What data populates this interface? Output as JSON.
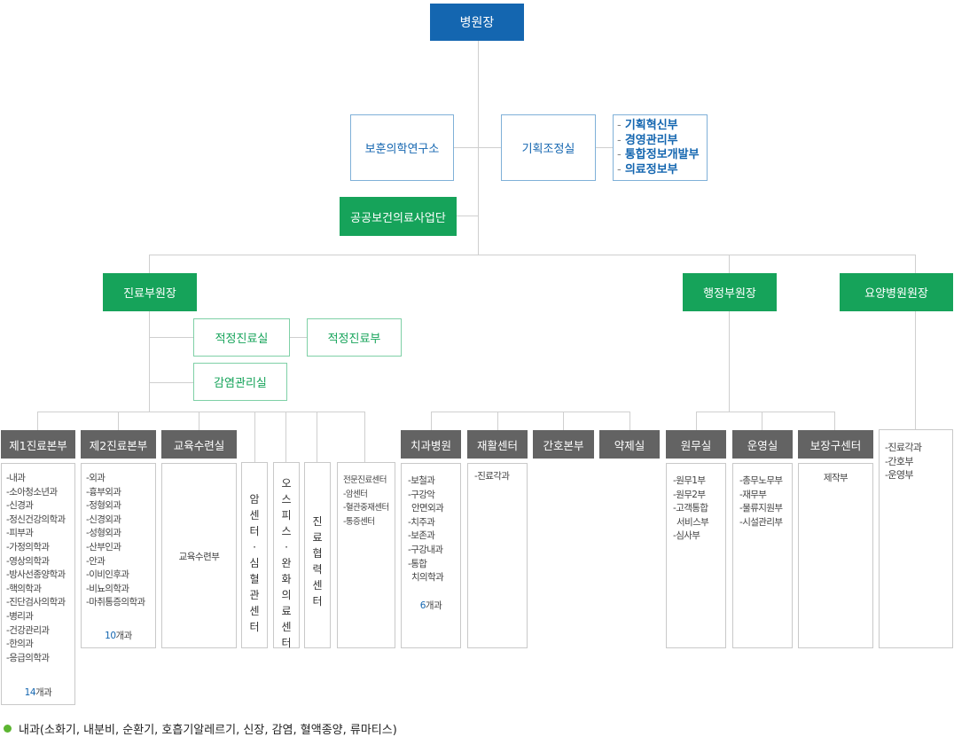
{
  "top": {
    "director": "병원장",
    "research": "보훈의학연구소",
    "planning": "기획조정실",
    "planning_depts": [
      "기획혁신부",
      "경영관리부",
      "통합정보개발부",
      "의료정보부"
    ],
    "public_health": "공공보건의료사업단"
  },
  "deputies": {
    "clinical": "진료부원장",
    "admin": "행정부원장",
    "nursing_home": "요양병원원장"
  },
  "clinical_support": {
    "appropriate_care_office": "적정진료실",
    "appropriate_care_dept": "적정진료부",
    "infection_control": "감염관리실"
  },
  "columns": {
    "dept1": {
      "title": "제1진료본부",
      "items": [
        "-내과",
        "-소아청소년과",
        "-신경과",
        "-정신건강의학과",
        "-피부과",
        "-가정의학과",
        "-영상의학과",
        "-방사선종양학과",
        "-핵의학과",
        "-진단검사의학과",
        "-병리과",
        "-건강관리과",
        "-한의과",
        "-응급의학과"
      ],
      "count_num": "14",
      "count_unit": "개과"
    },
    "dept2": {
      "title": "제2진료본부",
      "items": [
        "-외과",
        "-흉부외과",
        "-정형외과",
        "-신경외과",
        "-성형외과",
        "-산부인과",
        "-안과",
        "-이비인후과",
        "-비뇨의학과",
        "-마취통증의학과"
      ],
      "count_num": "10",
      "count_unit": "개과"
    },
    "education": {
      "title": "교육수련실",
      "content": "교육수련부"
    },
    "vertical_cancer": [
      "암",
      "센",
      "터",
      "·",
      "심",
      "혈",
      "관",
      "센",
      "터"
    ],
    "vertical_office": [
      "오",
      "스",
      "피",
      "스",
      "·",
      "완",
      "화",
      "의",
      "료",
      "센",
      "터"
    ],
    "vertical_coop": [
      "진",
      "료",
      "협",
      "력",
      "센",
      "터"
    ],
    "specialty": [
      "전문진료센터",
      "-암센터",
      "-혈관중재센터",
      "-통증센터"
    ],
    "dental": {
      "title": "치과병원",
      "items": [
        "-보철과",
        "-구강악",
        "안면외과",
        "-치주과",
        "-보존과",
        "-구강내과",
        "-통합",
        "치의학과"
      ],
      "count_num": "6",
      "count_unit": "개과"
    },
    "rehab": {
      "title": "재활센터",
      "items": [
        "-진료각과"
      ]
    },
    "nursing": {
      "title": "간호본부"
    },
    "pharmacy": {
      "title": "약제실"
    },
    "affairs": {
      "title": "원무실",
      "items": [
        "-원무1부",
        "-원무2부",
        "-고객통합",
        "서비스부",
        "-심사부"
      ]
    },
    "operations": {
      "title": "운영실",
      "items": [
        "-총무노무부",
        "-재무부",
        "-물류지원부",
        "-시설관리부"
      ]
    },
    "prosthetics": {
      "title": "보장구센터",
      "items": [
        "제작부"
      ]
    },
    "nursing_home": {
      "items": [
        "-진료각과",
        "-간호부",
        "-운영부"
      ]
    }
  },
  "note": "내과(소화기, 내분비, 순환기, 호흡기알레르기, 신장, 감염, 혈액종양, 류마티스)"
}
